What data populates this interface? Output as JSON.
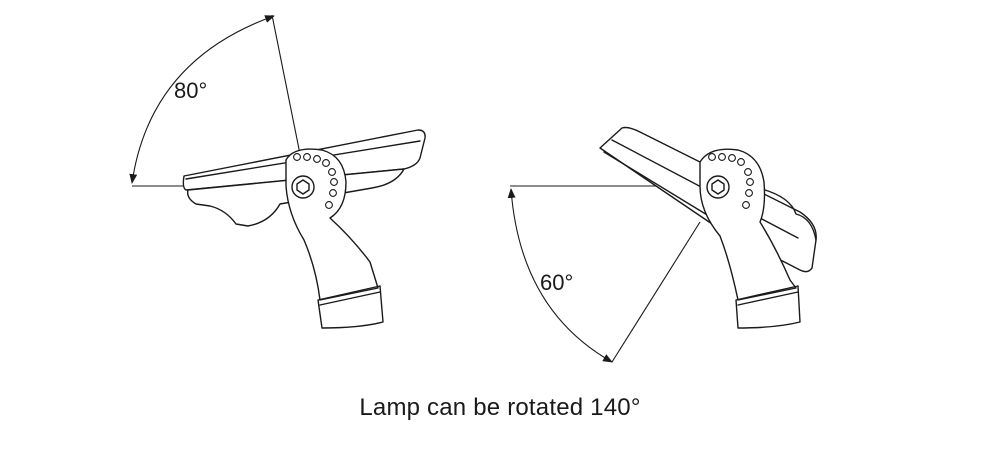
{
  "left_view": {
    "angle_label": "80°"
  },
  "right_view": {
    "angle_label": "60°"
  },
  "caption": "Lamp can be rotated 140°"
}
